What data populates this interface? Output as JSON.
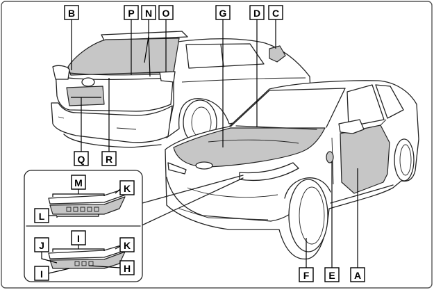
{
  "labels": {
    "b": "B",
    "p": "P",
    "n": "N",
    "o": "O",
    "g": "G",
    "d": "D",
    "c": "C",
    "q": "Q",
    "r": "R",
    "m": "M",
    "k_upper": "K",
    "l": "L",
    "i_upper": "I",
    "k_lower": "K",
    "j": "J",
    "i_lower": "I",
    "h": "H",
    "f": "F",
    "e": "E",
    "a": "A"
  },
  "colors": {
    "shade": "#c6c6c6",
    "line": "#222222",
    "border": "#555555"
  }
}
